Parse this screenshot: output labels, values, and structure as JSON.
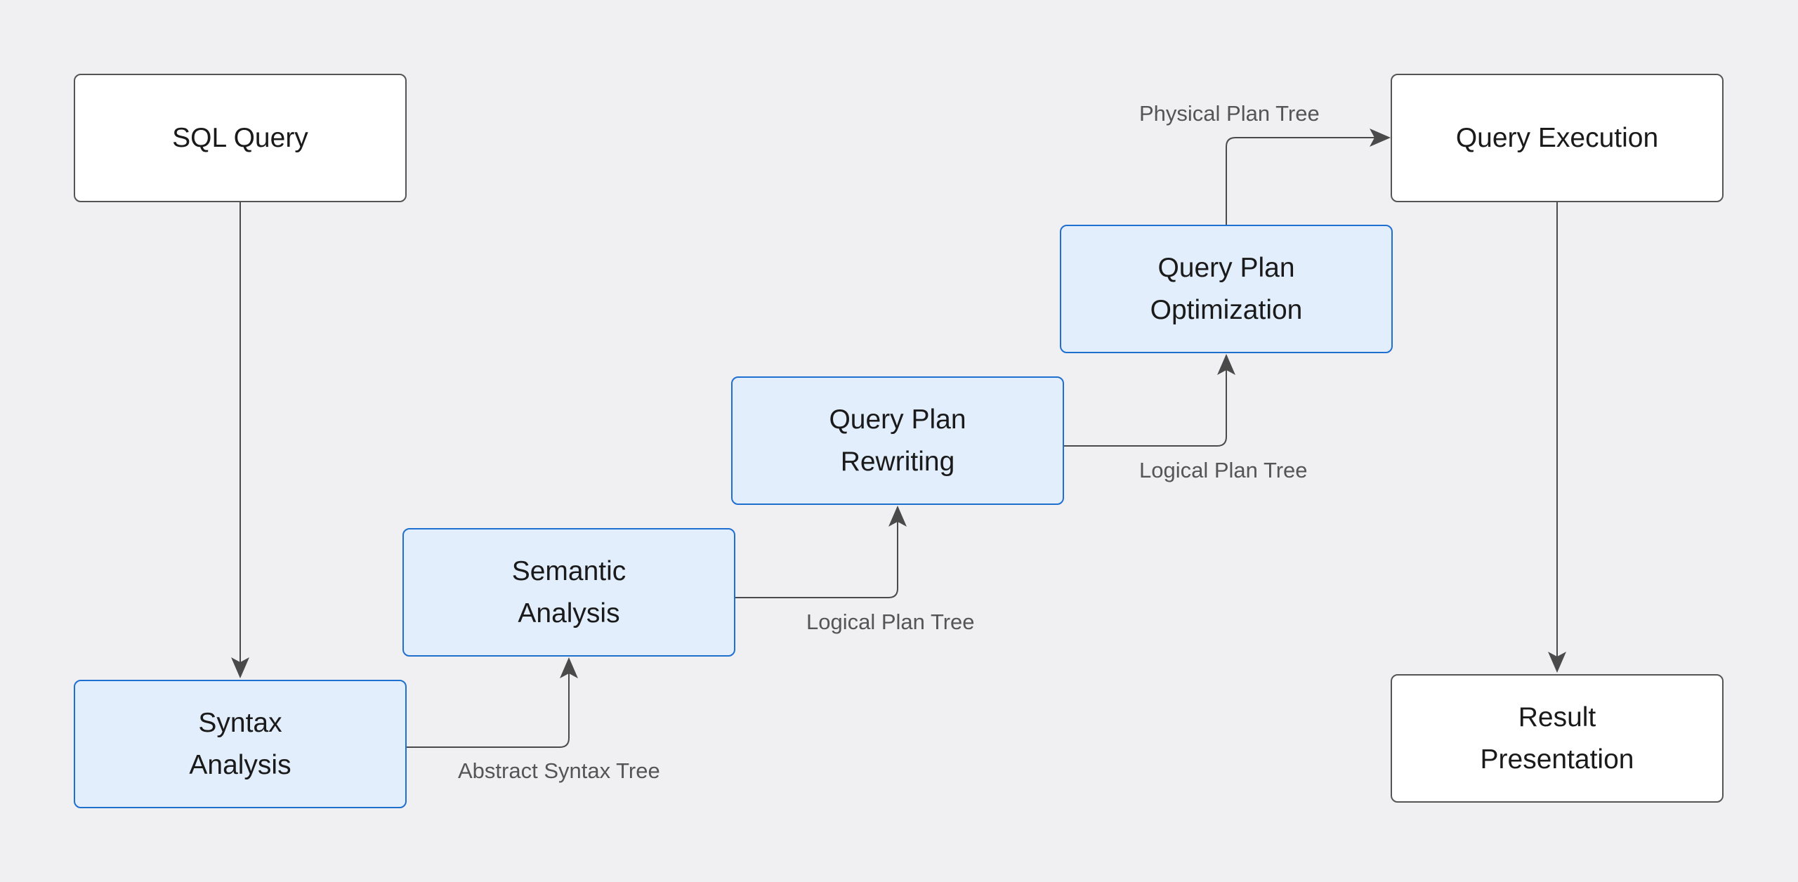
{
  "nodes": {
    "sql_query": "SQL Query",
    "syntax_analysis": "Syntax\nAnalysis",
    "semantic_analysis": "Semantic\nAnalysis",
    "query_plan_rewriting": "Query Plan\nRewriting",
    "query_plan_optimization": "Query Plan\nOptimization",
    "query_execution": "Query Execution",
    "result_presentation": "Result\nPresentation"
  },
  "edges": {
    "syntax_to_semantic": "Abstract Syntax Tree",
    "semantic_to_rewriting": "Logical Plan Tree",
    "rewriting_to_optimization": "Logical Plan Tree",
    "optimization_to_execution": "Physical Plan Tree"
  },
  "colors": {
    "background": "#f0f0f2",
    "process_fill": "#e3eefc",
    "process_border": "#1f6fd1",
    "endpoint_fill": "#ffffff",
    "endpoint_border": "#555555",
    "connector": "#4a4a4a"
  }
}
